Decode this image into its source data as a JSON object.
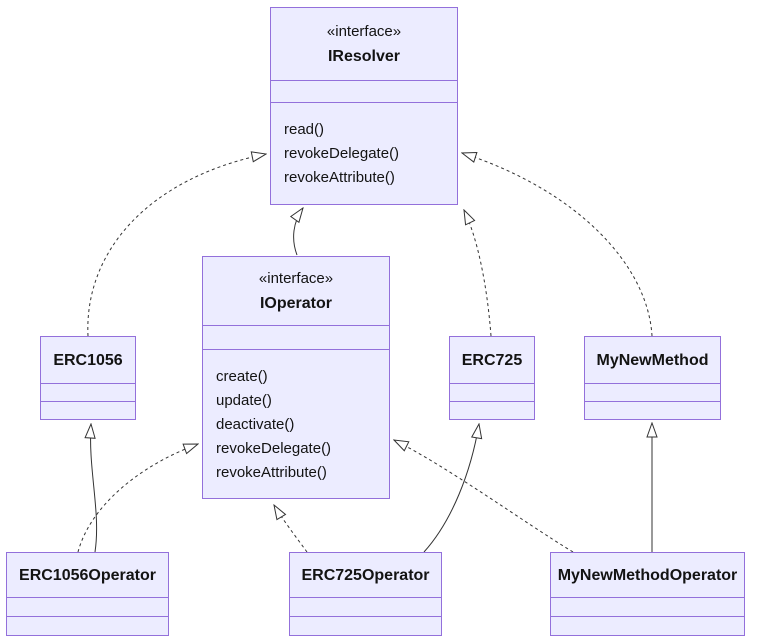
{
  "diagram": {
    "type": "uml-class-diagram",
    "colors": {
      "node_fill": "#ECECFF",
      "node_border": "#9370DB",
      "edge_line": "#333333",
      "text": "#131313",
      "background": "#ffffff"
    }
  },
  "classes": [
    {
      "stereotype": "«interface»",
      "name": "IResolver",
      "methods": [
        "read()",
        "revokeDelegate()",
        "revokeAttribute()"
      ]
    },
    {
      "stereotype": "«interface»",
      "name": "IOperator",
      "methods": [
        "create()",
        "update()",
        "deactivate()",
        "revokeDelegate()",
        "revokeAttribute()"
      ]
    },
    {
      "name": "ERC1056"
    },
    {
      "name": "ERC725"
    },
    {
      "name": "MyNewMethod"
    },
    {
      "name": "ERC1056Operator"
    },
    {
      "name": "ERC725Operator"
    },
    {
      "name": "MyNewMethodOperator"
    }
  ],
  "relationships": [
    {
      "from": "IOperator",
      "to": "IResolver",
      "kind": "extends",
      "line": "solid"
    },
    {
      "from": "ERC1056",
      "to": "IResolver",
      "kind": "implements",
      "line": "dashed"
    },
    {
      "from": "ERC725",
      "to": "IResolver",
      "kind": "implements",
      "line": "dashed"
    },
    {
      "from": "MyNewMethod",
      "to": "IResolver",
      "kind": "implements",
      "line": "dashed"
    },
    {
      "from": "ERC1056Operator",
      "to": "ERC1056",
      "kind": "extends",
      "line": "solid"
    },
    {
      "from": "ERC1056Operator",
      "to": "IOperator",
      "kind": "implements",
      "line": "dashed"
    },
    {
      "from": "ERC725Operator",
      "to": "IOperator",
      "kind": "implements",
      "line": "dashed"
    },
    {
      "from": "ERC725Operator",
      "to": "ERC725",
      "kind": "extends",
      "line": "solid"
    },
    {
      "from": "MyNewMethodOperator",
      "to": "IOperator",
      "kind": "implements",
      "line": "dashed"
    },
    {
      "from": "MyNewMethodOperator",
      "to": "MyNewMethod",
      "kind": "extends",
      "line": "solid"
    }
  ]
}
